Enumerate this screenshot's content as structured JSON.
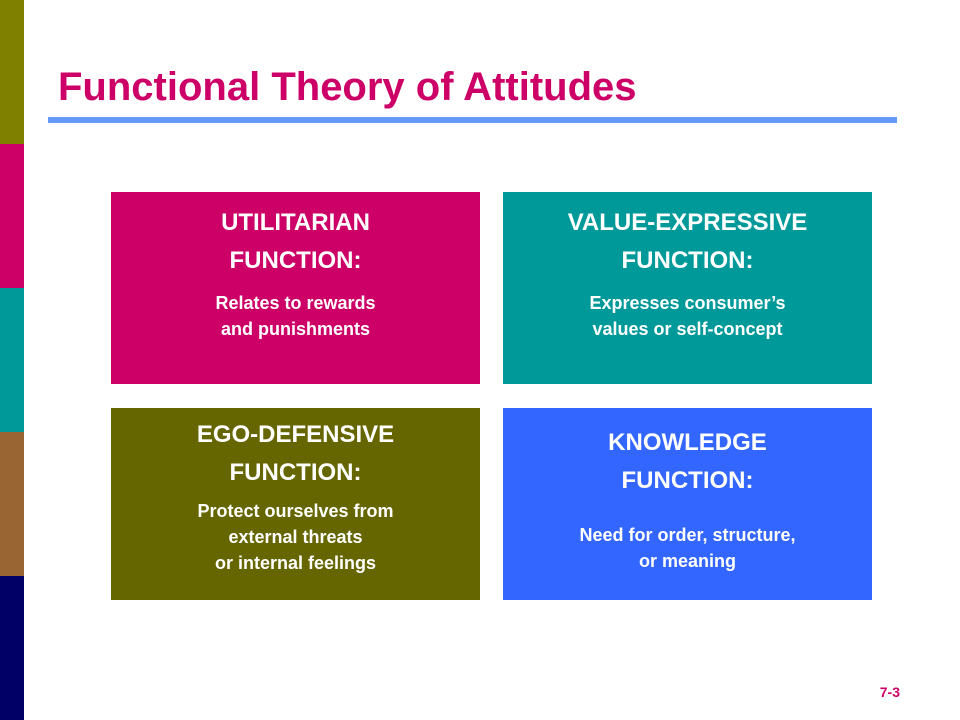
{
  "colors": {
    "stripe": [
      "#808000",
      "#cc0066",
      "#009999",
      "#996633",
      "#000066"
    ],
    "title": "#cc0066",
    "rule": "#6699ff",
    "utilitarian": "#cc0066",
    "value_expressive": "#009999",
    "ego_defensive": "#666600",
    "knowledge": "#3366ff"
  },
  "slide": {
    "title": "Functional Theory of Attitudes",
    "number": "7-3"
  },
  "boxes": {
    "utilitarian": {
      "heading": [
        "UTILITARIAN",
        "FUNCTION:"
      ],
      "description": [
        "Relates to rewards",
        "and punishments"
      ]
    },
    "value_expressive": {
      "heading": [
        "VALUE-EXPRESSIVE",
        "FUNCTION:"
      ],
      "description": [
        "Expresses consumer’s",
        "values or self-concept"
      ]
    },
    "ego_defensive": {
      "heading": [
        "EGO-DEFENSIVE",
        "FUNCTION:"
      ],
      "description": [
        "Protect ourselves from",
        "external threats",
        "or internal feelings"
      ]
    },
    "knowledge": {
      "heading": [
        "KNOWLEDGE",
        "FUNCTION:"
      ],
      "description": [
        "Need for order, structure,",
        "or meaning"
      ]
    }
  }
}
